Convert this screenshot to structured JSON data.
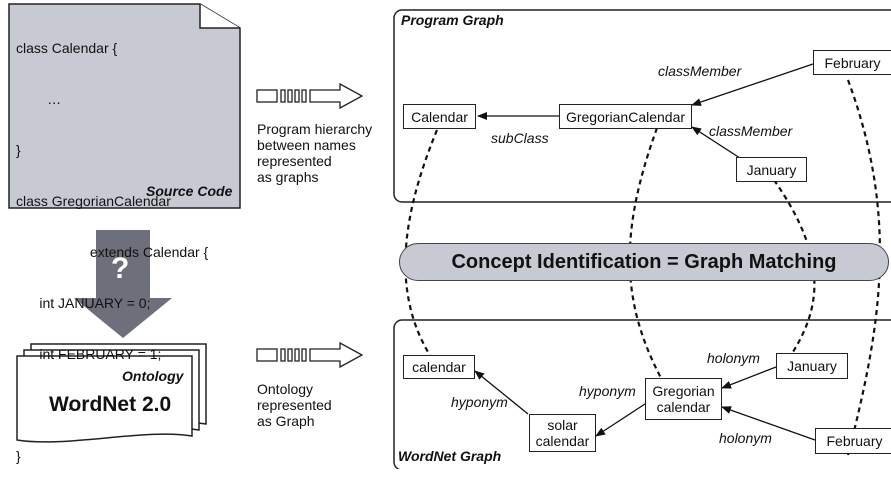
{
  "source_code": {
    "lines": [
      "class Calendar {",
      "        …",
      "}",
      "class GregorianCalendar",
      "                   extends Calendar {",
      "      int JANUARY = 0;",
      "      int FEBRUARY = 1;",
      "            …",
      "}"
    ],
    "label": "Source Code"
  },
  "arrow_icon_1_desc": "Program hierarchy\nbetween names\nrepresented\nas graphs",
  "arrow_icon_2_desc": "Ontology\nrepresented\nas Graph",
  "question_mark": "?",
  "ontology": {
    "label": "Ontology",
    "name": "WordNet 2.0"
  },
  "program_graph": {
    "title": "Program Graph",
    "nodes": {
      "calendar": "Calendar",
      "gregorian": "GregorianCalendar",
      "january": "January",
      "february": "February"
    },
    "edges": {
      "subclass": "subClass",
      "member_feb": "classMember",
      "member_jan": "classMember"
    }
  },
  "banner": "Concept Identification = Graph Matching",
  "wordnet_graph": {
    "title": "WordNet Graph",
    "nodes": {
      "calendar": "calendar",
      "solar": "solar\ncalendar",
      "gregorian": "Gregorian\ncalendar",
      "january": "January",
      "february": "February"
    },
    "edges": {
      "hyponym_left": "hyponym",
      "hyponym_mid": "hyponym",
      "holonym_jan": "holonym",
      "holonym_feb": "holonym"
    }
  },
  "colors": {
    "doc_fill": "#c8cad3",
    "banner_fill": "#c8cad3",
    "big_arrow": "#6d6f7a",
    "panel_border": "#222222"
  }
}
